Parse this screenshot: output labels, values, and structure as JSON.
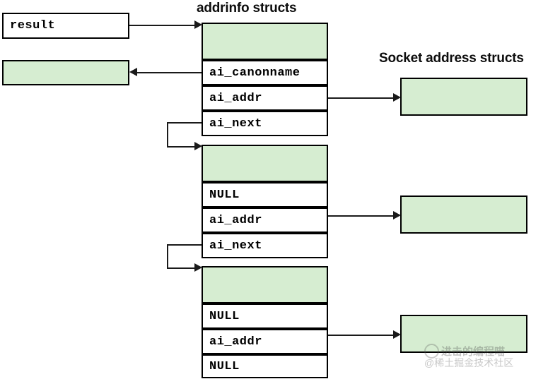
{
  "labels": {
    "addrinfo_title": "addrinfo structs",
    "sockaddr_title": "Socket address structs",
    "result_box": "result"
  },
  "colors": {
    "green_fill": "#d6edd1",
    "stroke": "#000000",
    "connector": "#1a1a1a",
    "text": "#000000",
    "background": "#ffffff"
  },
  "addrinfo_structs": [
    {
      "index": 1,
      "header_cell": "",
      "fields": [
        {
          "name": "canonname-field",
          "label": "ai_canonname"
        },
        {
          "name": "addr-field",
          "label": "ai_addr"
        },
        {
          "name": "next-field",
          "label": "ai_next"
        }
      ]
    },
    {
      "index": 2,
      "header_cell": "",
      "fields": [
        {
          "name": "canonname-field",
          "label": "NULL"
        },
        {
          "name": "addr-field",
          "label": "ai_addr"
        },
        {
          "name": "next-field",
          "label": "ai_next"
        }
      ]
    },
    {
      "index": 3,
      "header_cell": "",
      "fields": [
        {
          "name": "canonname-field",
          "label": "NULL"
        },
        {
          "name": "addr-field",
          "label": "ai_addr"
        },
        {
          "name": "next-field",
          "label": "NULL"
        }
      ]
    }
  ],
  "socket_address_structs": [
    {
      "index": 1,
      "label": ""
    },
    {
      "index": 2,
      "label": ""
    },
    {
      "index": 3,
      "label": ""
    }
  ],
  "canonname_target_box": {
    "label": ""
  },
  "watermark": {
    "main": "进击的编程喵",
    "sub": "@稀土掘金技术社区"
  }
}
